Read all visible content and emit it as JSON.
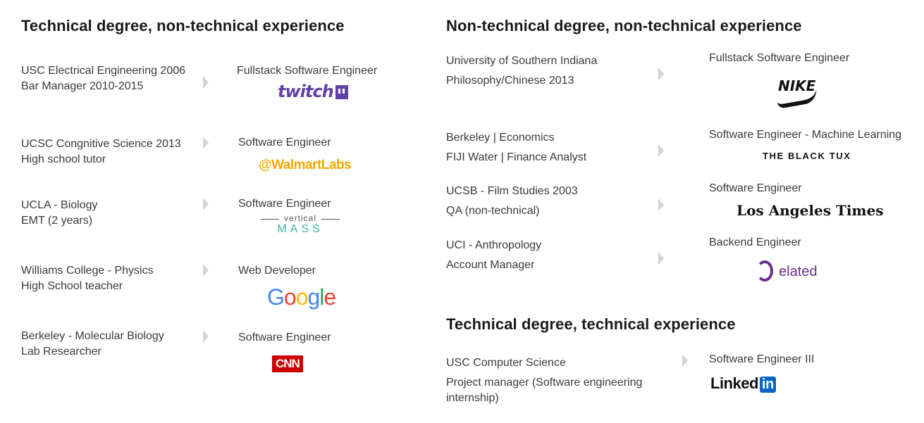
{
  "sections": {
    "tech_nontech": {
      "heading": "Technical degree, non-technical experience",
      "rows": [
        {
          "line1": "USC Electrical Engineering 2006",
          "line2": "Bar Manager 2010-2015",
          "role": "Fullstack Software Engineer",
          "company": "twitch",
          "logo_icon": "twitch-logo"
        },
        {
          "line1": "UCSC Congnitive Science 2013",
          "line2": "High school tutor",
          "role": "Software Engineer",
          "company": "@WalmartLabs",
          "logo_icon": "walmartlabs-logo"
        },
        {
          "line1": "UCLA - Biology",
          "line2": "EMT (2 years)",
          "role": "Software Engineer",
          "company_top": "vertical",
          "company_bottom": "MASS",
          "logo_icon": "verticalmass-logo"
        },
        {
          "line1": "Williams College - Physics",
          "line2": "High School teacher",
          "role": "Web Developer",
          "company": "Google",
          "logo_icon": "google-logo"
        },
        {
          "line1": "Berkeley - Molecular Biology",
          "line2": "Lab Researcher",
          "role": "Software Engineer",
          "company": "CNN",
          "logo_icon": "cnn-logo"
        }
      ]
    },
    "nontech_nontech": {
      "heading": "Non-technical degree, non-technical experience",
      "rows": [
        {
          "line1": "University of Southern Indiana",
          "line2": "Philosophy/Chinese 2013",
          "role": "Fullstack Software Engineer",
          "company": "NIKE",
          "logo_icon": "nike-logo"
        },
        {
          "line1": "Berkeley | Economics",
          "line2": "FIJI Water | Finance Analyst",
          "role": "Software Engineer - Machine Learning",
          "company": "THE BLACK TUX",
          "logo_icon": "blacktux-logo"
        },
        {
          "line1": "UCSB - Film Studies 2003",
          "line2": "QA (non-technical)",
          "role": "Software Engineer",
          "company": "Los Angeles Times",
          "logo_icon": "latimes-logo"
        },
        {
          "line1": "UCI - Anthropology",
          "line2": "Account Manager",
          "role": "Backend Engineer",
          "company": "elated",
          "logo_icon": "elated-logo"
        }
      ]
    },
    "tech_tech": {
      "heading": "Technical degree, technical experience",
      "rows": [
        {
          "line1": "USC Computer Science",
          "line2": "Project manager (Software engineering",
          "line3": "internship)",
          "role": "Software Engineer III",
          "company": "Linked",
          "company_badge": "in",
          "logo_icon": "linkedin-logo"
        }
      ]
    }
  },
  "colors": {
    "arrow": "#d4d4d4",
    "twitch": "#6441a5",
    "walmart": "#f2a900",
    "cnn": "#cc0000",
    "linkedin": "#0a66c2",
    "elated": "#6b2f8e",
    "verticalmass": "#3bb2a0"
  },
  "icons": {
    "row_arrow": "chevron-right-icon"
  }
}
